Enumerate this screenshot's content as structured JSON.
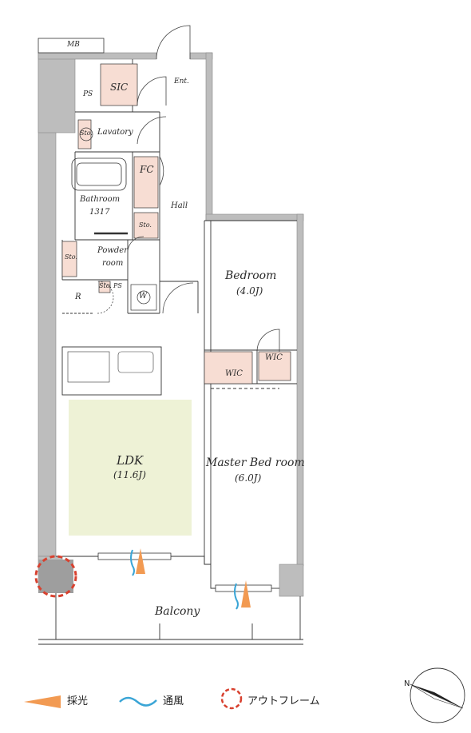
{
  "labels": {
    "mb": "MB",
    "ps_top": "PS",
    "sic": "SIC",
    "ent": "Ent.",
    "lavatory": "Lavatory",
    "sto_lav": "Sto.",
    "fc": "FC",
    "bathroom": "Bathroom",
    "bathroom_size": "1317",
    "hall": "Hall",
    "sto_hall": "Sto.",
    "sto_powder": "Sto.",
    "powder": "Powder",
    "powder2": "room",
    "r": "R",
    "sto_small": "Sto.",
    "ps_small": "PS",
    "w": "W",
    "bedroom": "Bedroom",
    "bedroom_size": "(4.0J)",
    "wic1": "WIC",
    "wic2": "WIC",
    "ldk": "LDK",
    "ldk_size": "(11.6J)",
    "master": "Master Bed room",
    "master_size": "(6.0J)",
    "balcony": "Balcony"
  },
  "legend": {
    "light": "採光",
    "wind": "通風",
    "outframe": "アウトフレーム"
  },
  "colors": {
    "wall": "#bdbdbd",
    "storage": "#f7ddd3",
    "ldk_floor": "#eef2d6",
    "light_arrow": "#f29a52",
    "wind": "#3aa5d6",
    "outframe": "#d8412f",
    "line": "#333333"
  }
}
